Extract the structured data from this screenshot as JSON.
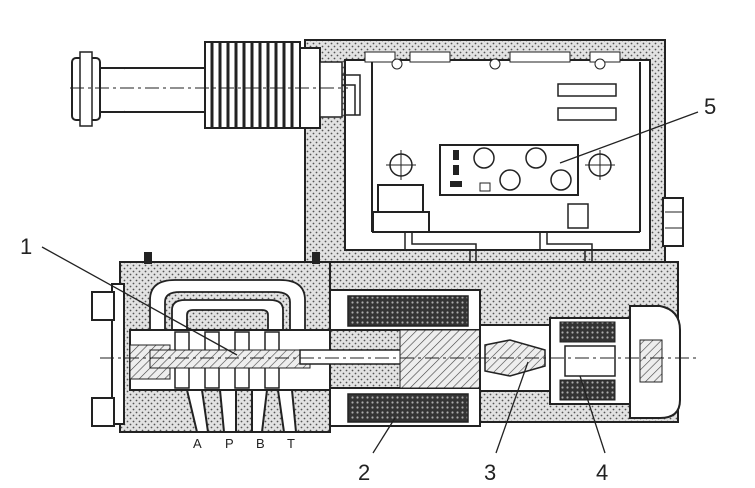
{
  "callouts": [
    "1",
    "2",
    "3",
    "4",
    "5"
  ],
  "ports": [
    "A",
    "P",
    "B",
    "T"
  ],
  "colors": {
    "ink": "#222222",
    "body": "#d8d8d8",
    "dark": "#555555",
    "paper": "#ffffff"
  }
}
